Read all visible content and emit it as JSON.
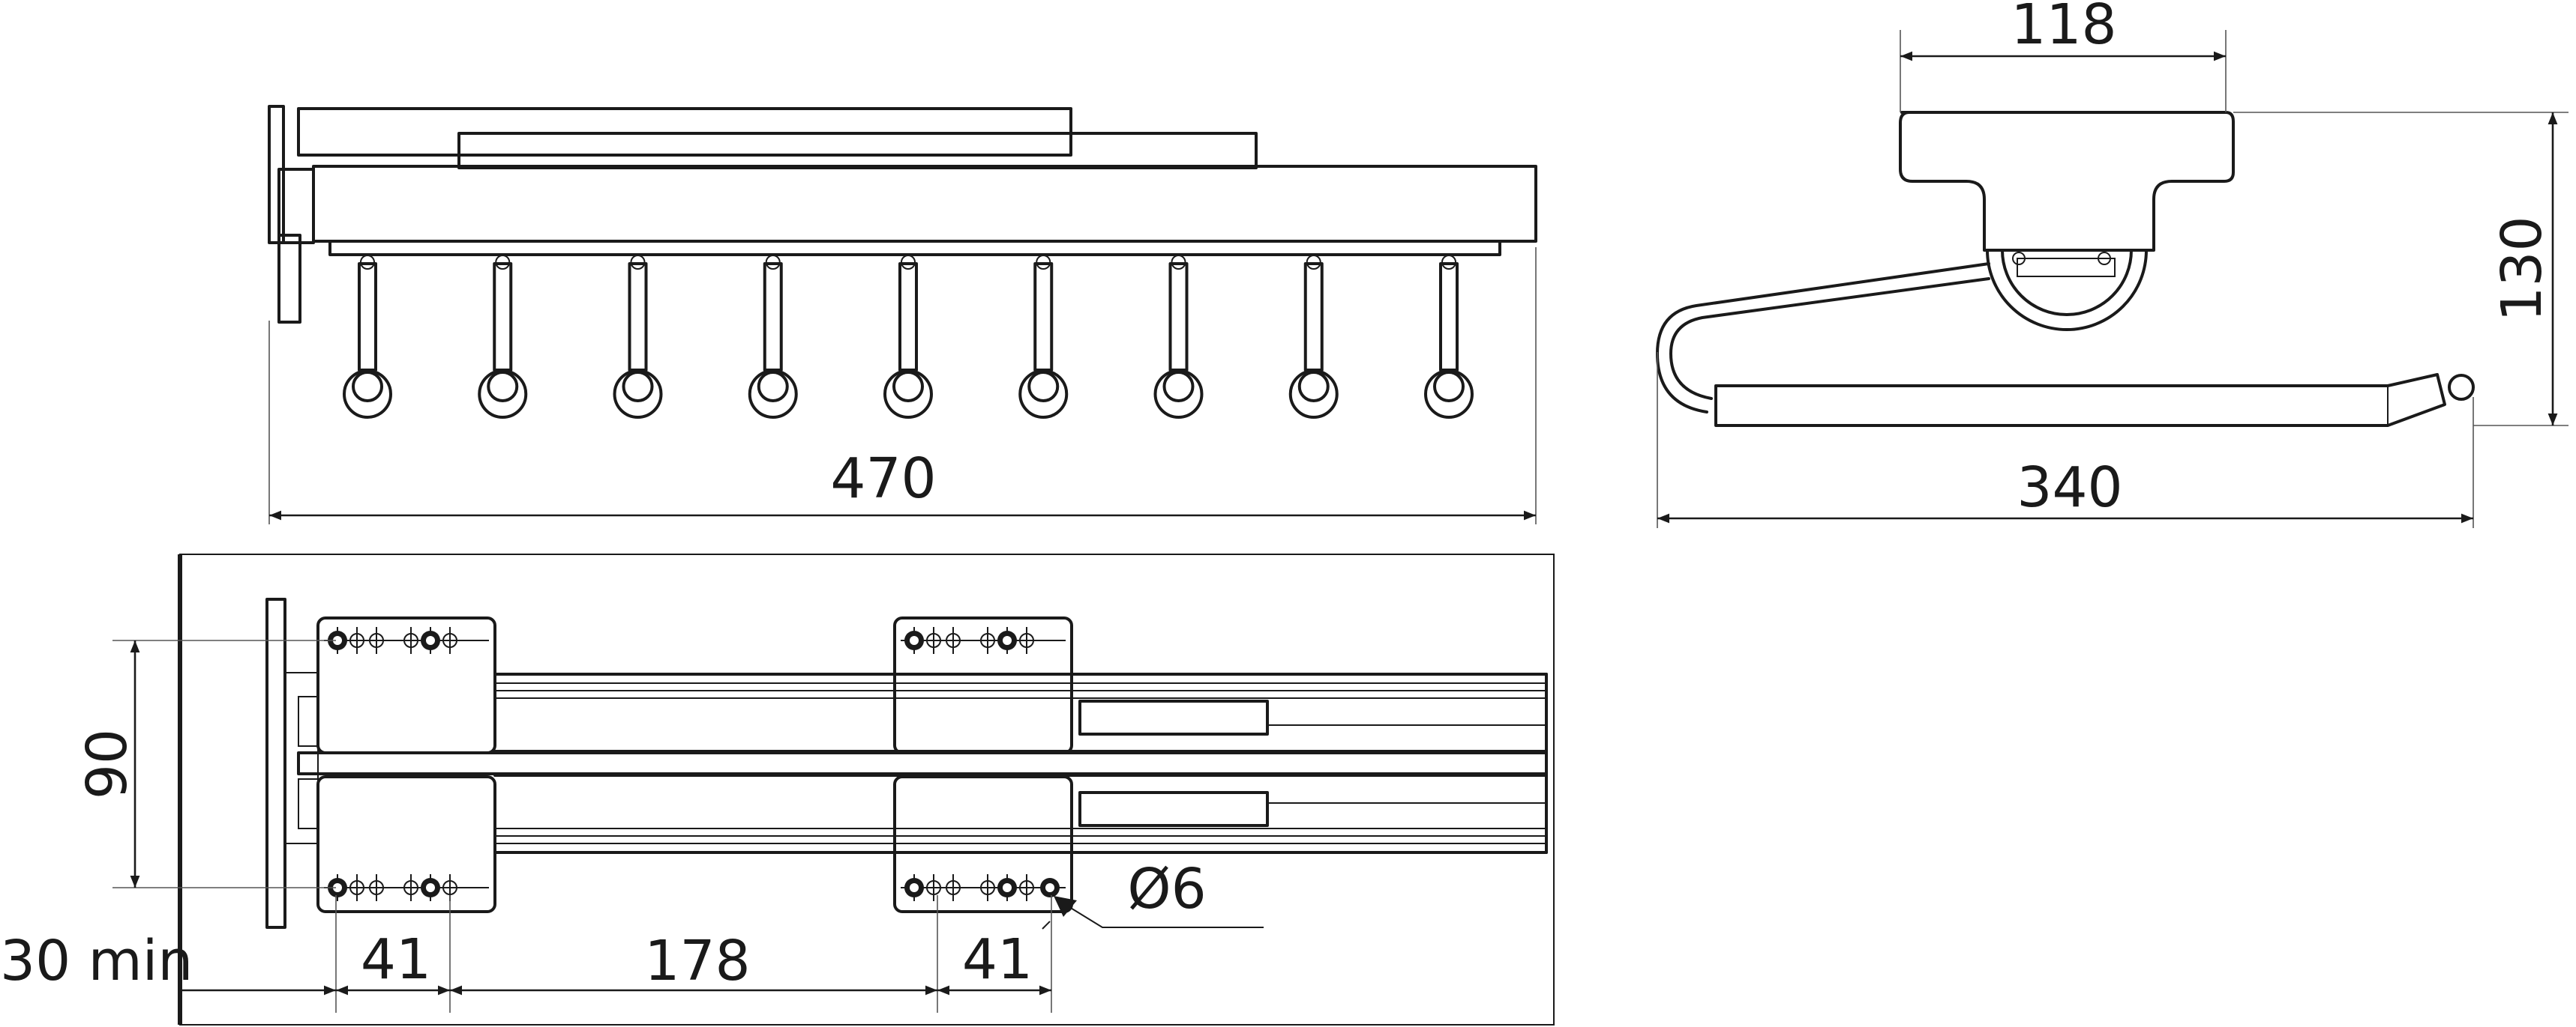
{
  "dimensions": {
    "front_width": "470",
    "side_top_width": "118",
    "side_height": "130",
    "side_depth": "340",
    "plan_height": "90",
    "plan_wall_offset": "30 min",
    "plan_pitch_left": "41",
    "plan_span": "178",
    "plan_pitch_right": "41",
    "hole_diameter": "Ø6"
  },
  "hanger_count": 9,
  "line_color": "#1a1a1a"
}
